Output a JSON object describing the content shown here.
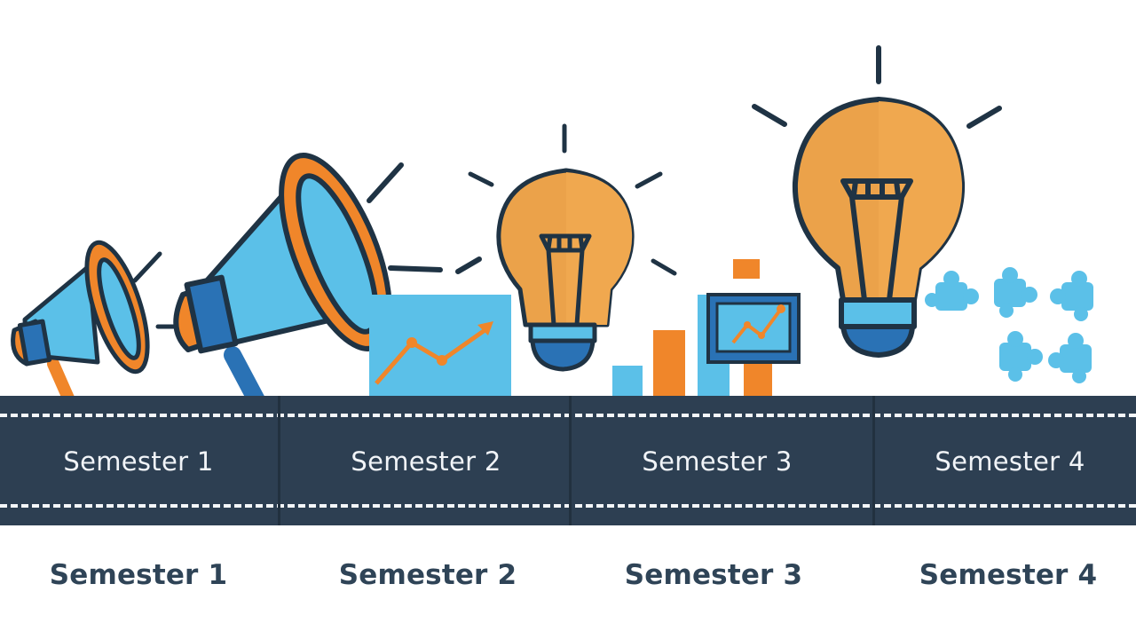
{
  "timeline": {
    "road_labels": [
      "Semester 1",
      "Semester 2",
      "Semester 3",
      "Semester 4"
    ],
    "under_labels": [
      "Semester 1",
      "Semester 2",
      "Semester 3",
      "Semester 4"
    ]
  },
  "icons": [
    "megaphone-icon",
    "megaphone-icon",
    "lightbulb-icon",
    "line-chart-icon",
    "bar-chart-icon",
    "lightbulb-icon",
    "puzzle-icon"
  ],
  "colors": {
    "road": "#2d3f52",
    "dash": "#f4f7fa",
    "blue": "#5bc0e8",
    "dark_blue": "#2a72b5",
    "orange": "#f0862a",
    "bulb": "#eba24a",
    "outline": "#1f3344"
  }
}
